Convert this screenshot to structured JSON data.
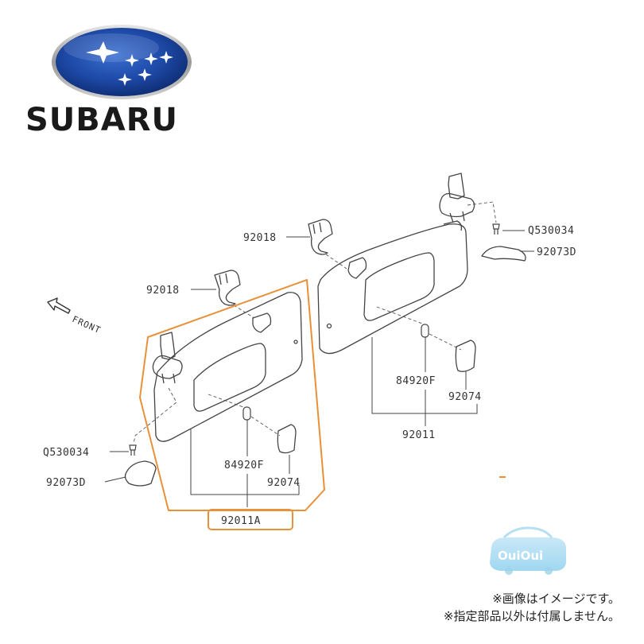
{
  "brand": {
    "name": "SUBARU",
    "logo_icon": "subaru-pleiades-logo"
  },
  "diagram": {
    "front_label": "FRONT",
    "part_labels": {
      "right_bracket": "92018",
      "left_bracket": "92018",
      "right_screw": "Q530034",
      "right_clip": "92073D",
      "right_bulb": "84920F",
      "right_lens": "92074",
      "right_assy": "92011",
      "left_screw": "Q530034",
      "left_clip": "92073D",
      "left_bulb": "84920F",
      "left_lens": "92074",
      "left_assy": "92011A"
    },
    "highlight_color": "#e8913a"
  },
  "notes": {
    "line1": "※画像はイメージです。",
    "line2": "※指定部品以外は付属しません。"
  },
  "watermark": {
    "text": "OuiOui"
  }
}
